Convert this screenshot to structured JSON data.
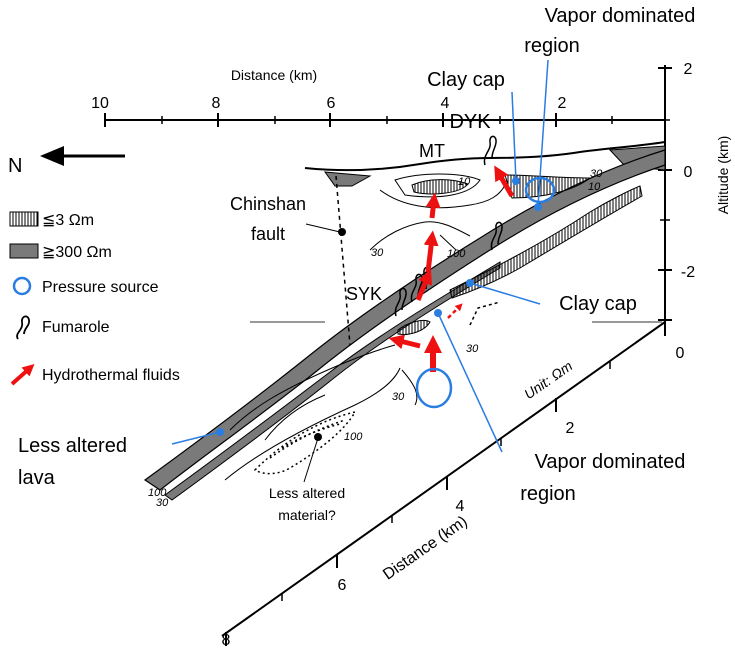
{
  "top_axis": {
    "title": "Distance (km)",
    "ticks": [
      "10",
      "8",
      "6",
      "4",
      "2"
    ]
  },
  "right_axis": {
    "title": "Altitude (km)",
    "ticks": [
      "2",
      "0",
      "-2"
    ]
  },
  "bottom_axis": {
    "title": "Distance (km)",
    "ticks": [
      "0",
      "2",
      "4",
      "6",
      "8"
    ]
  },
  "north": {
    "label": "N"
  },
  "legend": {
    "low_resistivity": "≦3 Ωm",
    "high_resistivity": "≧300 Ωm",
    "pressure_source": "Pressure source",
    "fumarole": "Fumarole",
    "hydrothermal": "Hydrothermal fluids"
  },
  "labels": {
    "vapor_top": [
      "Vapor dominated",
      "region"
    ],
    "clay_top": "Clay cap",
    "dyk": "DYK",
    "mt": "MT",
    "chinshan": [
      "Chinshan",
      "fault"
    ],
    "syk": "SYK",
    "clay_right": "Clay cap",
    "vapor_bottom": [
      "Vapor dominated",
      "region"
    ],
    "less_altered_lava": [
      "Less altered",
      "lava"
    ],
    "less_altered_material": [
      "Less altered",
      "material?"
    ],
    "unit": "Unit: Ωm"
  },
  "contours": {
    "c10a": "10",
    "c10b": "10",
    "c30a": "30",
    "c30b": "30",
    "c100a": "100",
    "c30c": "30",
    "c30d": "30",
    "c100b": "100",
    "c100c": "100",
    "c30e": "30"
  },
  "colors": {
    "fluid_arrow": "#ee1111",
    "marker": "#2a7de1",
    "gray_layer": "#7a7a7a"
  }
}
